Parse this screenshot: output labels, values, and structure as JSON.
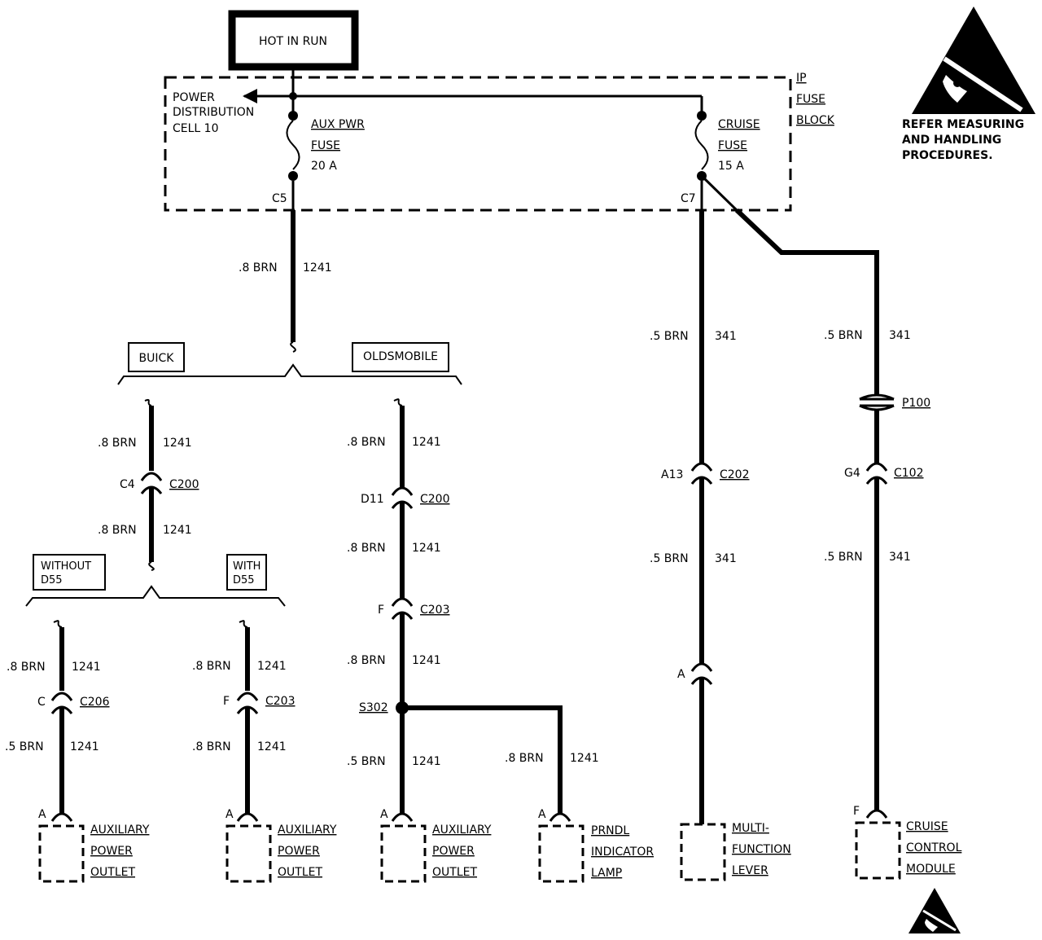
{
  "header": {
    "hot_in_run": "HOT IN RUN"
  },
  "fuse_block": {
    "power_dist": [
      "POWER",
      "DISTRIBUTION",
      "CELL 10"
    ],
    "ip_fuse_block": [
      "IP",
      "FUSE",
      "BLOCK"
    ],
    "aux_fuse": [
      "AUX PWR",
      "FUSE",
      "20 A"
    ],
    "cruise_fuse": [
      "CRUISE",
      "FUSE",
      "15 A"
    ],
    "c5": "C5",
    "c7": "C7"
  },
  "esd": {
    "text": [
      "REFER MEASURING",
      "AND HANDLING",
      "PROCEDURES."
    ],
    "icon": "esd-warning-icon"
  },
  "branches": {
    "buick": "BUICK",
    "oldsmobile": "OLDSMOBILE",
    "without_d55": [
      "WITHOUT",
      "D55"
    ],
    "with_d55": [
      "WITH",
      "D55"
    ]
  },
  "wires": {
    "w_main": [
      ".8 BRN",
      "1241"
    ],
    "w_buick_top": [
      ".8 BRN",
      "1241"
    ],
    "w_buick_mid": [
      ".8 BRN",
      "1241"
    ],
    "w_left_top": [
      ".8 BRN",
      "1241"
    ],
    "w_left_bot": [
      ".5 BRN",
      "1241"
    ],
    "w_mid_top": [
      ".8 BRN",
      "1241"
    ],
    "w_mid_bot": [
      ".8 BRN",
      "1241"
    ],
    "w_olds_1": [
      ".8 BRN",
      "1241"
    ],
    "w_olds_2": [
      ".8 BRN",
      "1241"
    ],
    "w_olds_3": [
      ".8 BRN",
      "1241"
    ],
    "w_olds_4": [
      ".5 BRN",
      "1241"
    ],
    "w_prndl": [
      ".8 BRN",
      "1241"
    ],
    "w_mfl_top": [
      ".5 BRN",
      "341"
    ],
    "w_mfl_bot": [
      ".5 BRN",
      "341"
    ],
    "w_ccm_top": [
      ".5 BRN",
      "341"
    ],
    "w_ccm_bot": [
      ".5 BRN",
      "341"
    ]
  },
  "connectors": {
    "buick_c200": {
      "pin": "C4",
      "name": "C200"
    },
    "left_c206": {
      "pin": "C",
      "name": "C206"
    },
    "mid_c203": {
      "pin": "F",
      "name": "C203"
    },
    "olds_c200": {
      "pin": "D11",
      "name": "C200"
    },
    "olds_c203": {
      "pin": "F",
      "name": "C203"
    },
    "mfl_c202": {
      "pin": "A13",
      "name": "C202"
    },
    "mfl_a": {
      "pin": "A"
    },
    "ccm_c102": {
      "pin": "G4",
      "name": "C102"
    },
    "p100": "P100",
    "s302": "S302"
  },
  "components": {
    "aux1": {
      "pin": "A",
      "label": [
        "AUXILIARY",
        "POWER",
        "OUTLET"
      ]
    },
    "aux2": {
      "pin": "A",
      "label": [
        "AUXILIARY",
        "POWER",
        "OUTLET"
      ]
    },
    "aux3": {
      "pin": "A",
      "label": [
        "AUXILIARY",
        "POWER",
        "OUTLET"
      ]
    },
    "prndl": {
      "pin": "A",
      "label": [
        "PRNDL",
        "INDICATOR",
        "LAMP"
      ]
    },
    "mfl": {
      "label": [
        "MULTI-",
        "FUNCTION",
        "LEVER"
      ]
    },
    "ccm": {
      "pin": "F",
      "label": [
        "CRUISE",
        "CONTROL",
        "MODULE"
      ]
    }
  }
}
